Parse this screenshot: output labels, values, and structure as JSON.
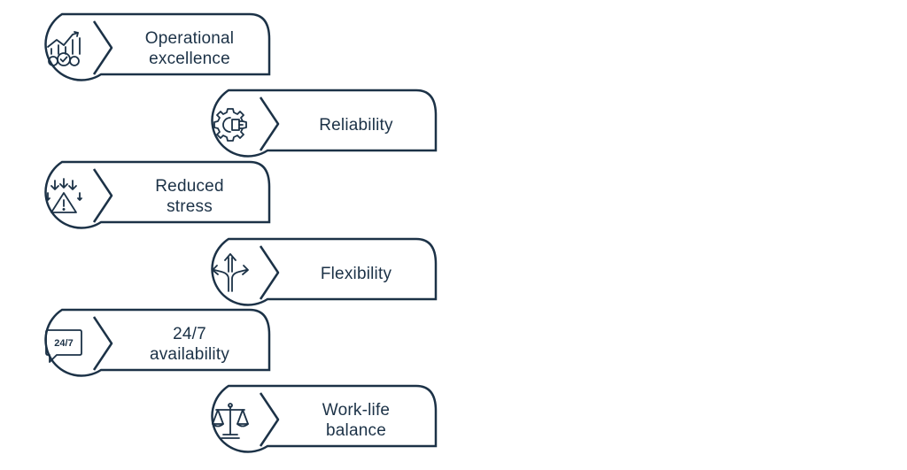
{
  "colors": {
    "stroke": "#1c3247",
    "text": "#1c3247",
    "background": "#ffffff"
  },
  "items": [
    {
      "line1": "Operational",
      "line2": "excellence",
      "icon": "operational-excellence-icon"
    },
    {
      "line1": "Reliability",
      "line2": "",
      "icon": "gear-handshake-icon"
    },
    {
      "line1": "Reduced",
      "line2": "stress",
      "icon": "reduced-stress-icon"
    },
    {
      "line1": "Flexibility",
      "line2": "",
      "icon": "diverging-arrows-icon"
    },
    {
      "line1": "24/7",
      "line2": "availability",
      "icon": "chat-24-7-icon"
    },
    {
      "line1": "Work-life",
      "line2": "balance",
      "icon": "balance-scale-icon"
    }
  ],
  "icon_text": {
    "availability": "24/7"
  }
}
